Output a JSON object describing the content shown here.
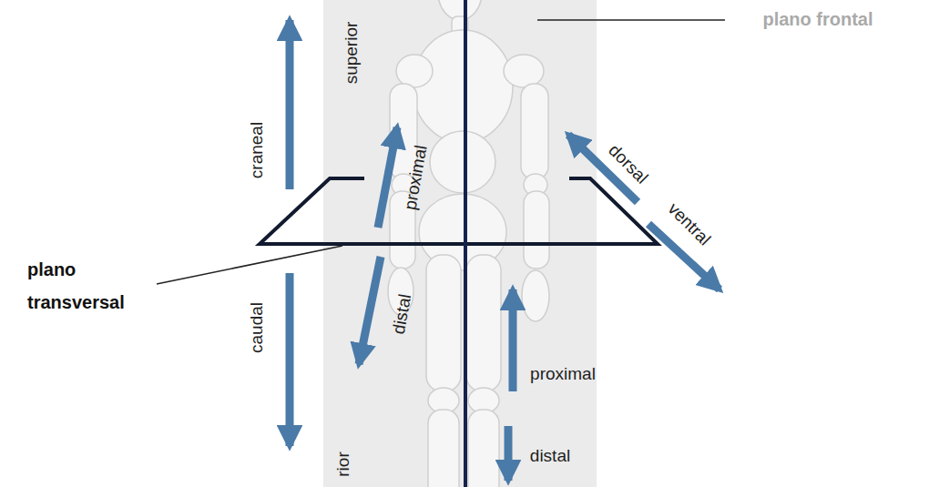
{
  "diagram": {
    "labels": [
      "plano frontal",
      "superior",
      "craneal",
      "proximal",
      "dorsal",
      "ventral",
      "plano transversal",
      "caudal",
      "distal",
      "proximal",
      "distal",
      "rior"
    ]
  }
}
